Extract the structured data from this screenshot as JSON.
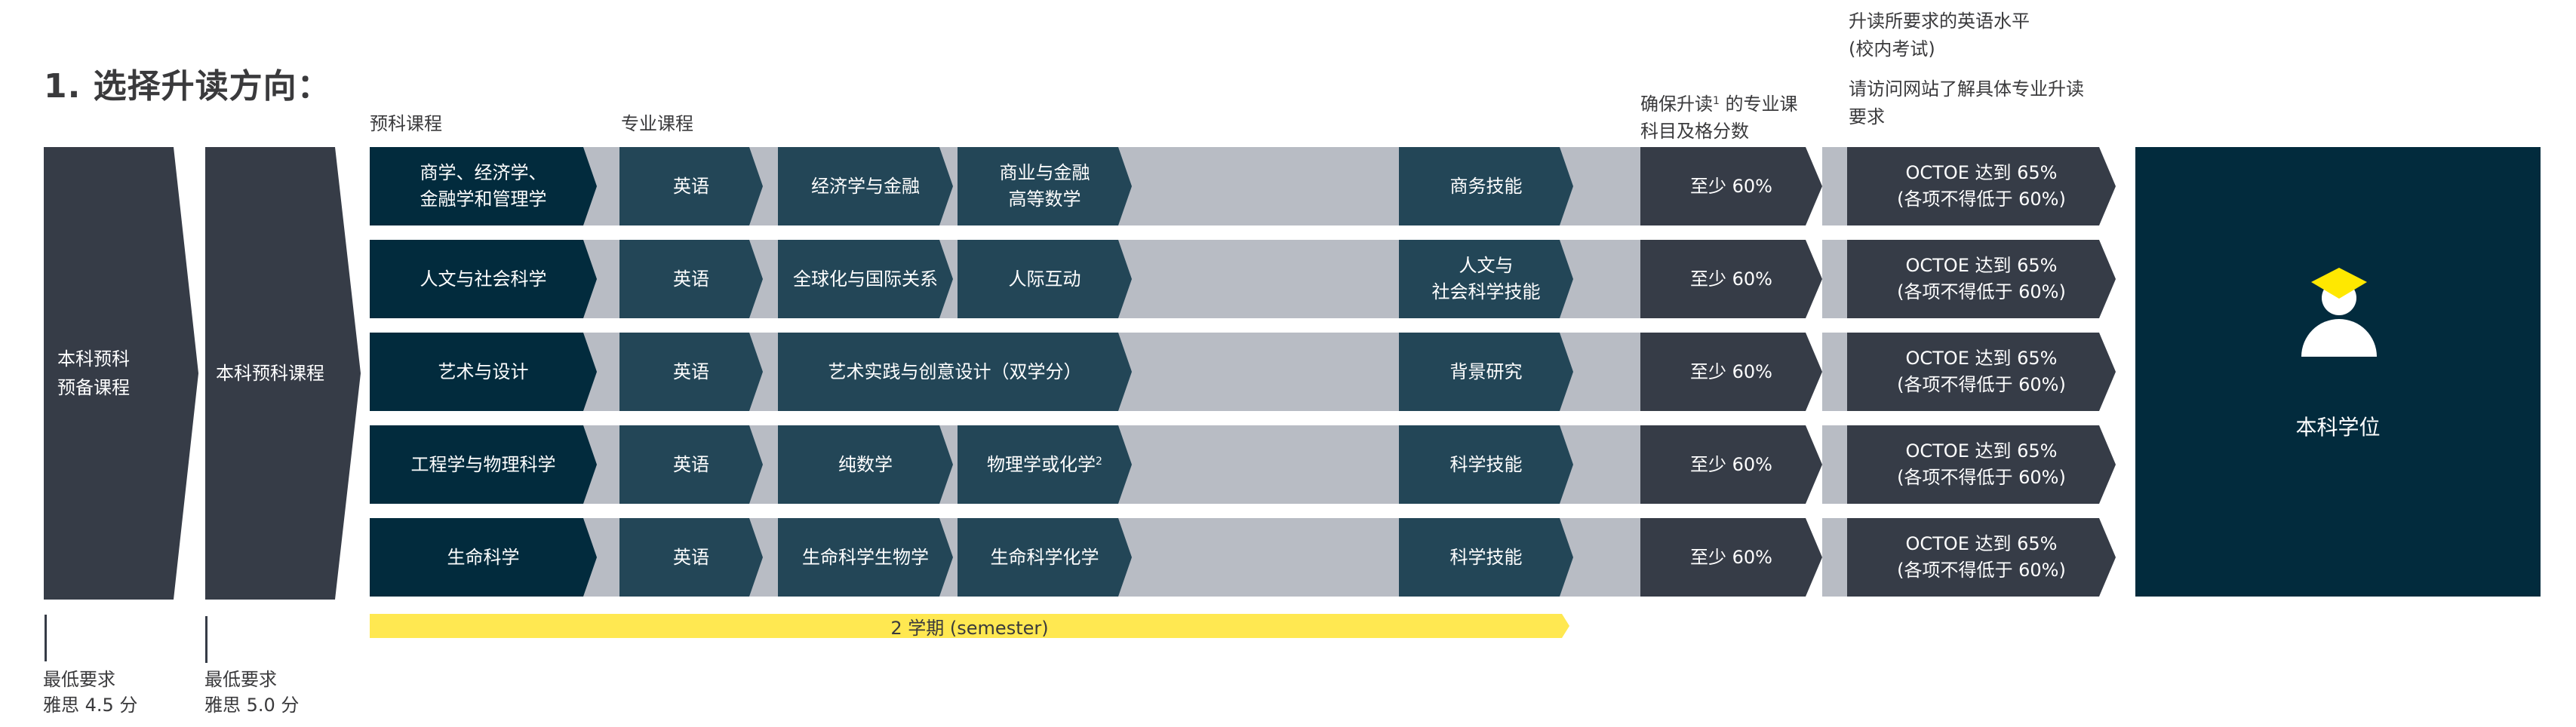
{
  "title": "1. 选择升读方向：",
  "headers": {
    "foundation": "预科课程",
    "specialist": "专业课程",
    "pass_mark_line1": "确保升读",
    "pass_mark_sup": "1",
    "pass_mark_line1_rest": " 的专业课",
    "pass_mark_line2": "科目及格分数",
    "english_line1": "升读所要求的英语水平",
    "english_line2": "(校内考试)",
    "english_line3": "请访问网站了解具体专业升读",
    "english_line4": "要求"
  },
  "stages": [
    {
      "line1": "本科预科",
      "line2": "预备课程",
      "requirement_line1": "最低要求",
      "requirement_line2": "雅思 4.5 分"
    },
    {
      "line1": "本科预科课程",
      "requirement_line1": "最低要求",
      "requirement_line2": "雅思 5.0 分"
    }
  ],
  "rows": [
    {
      "pathway_line1": "商学、经济学、",
      "pathway_line2": "金融学和管理学",
      "english": "英语",
      "module1": "经济学与金融",
      "module2_line1": "商业与金融",
      "module2_line2": "高等数学",
      "skills_line1": "商务技能",
      "pass_mark": "至少 60%",
      "octoe_line1": "OCTOE 达到 65%",
      "octoe_line2": "(各项不得低于 60%)"
    },
    {
      "pathway_line1": "人文与社会科学",
      "english": "英语",
      "module1": "全球化与国际关系",
      "module2_line1": "人际互动",
      "skills_line1": "人文与",
      "skills_line2": "社会科学技能",
      "pass_mark": "至少 60%",
      "octoe_line1": "OCTOE 达到 65%",
      "octoe_line2": "(各项不得低于 60%)"
    },
    {
      "pathway_line1": "艺术与设计",
      "english": "英语",
      "module_wide": "艺术实践与创意设计（双学分）",
      "skills_line1": "背景研究",
      "pass_mark": "至少 60%",
      "octoe_line1": "OCTOE 达到 65%",
      "octoe_line2": "(各项不得低于 60%)"
    },
    {
      "pathway_line1": "工程学与物理科学",
      "english": "英语",
      "module1": "纯数学",
      "module2_line1": "物理学或化学",
      "module2_sup": "2",
      "skills_line1": "科学技能",
      "pass_mark": "至少 60%",
      "octoe_line1": "OCTOE 达到 65%",
      "octoe_line2": "(各项不得低于 60%)"
    },
    {
      "pathway_line1": "生命科学",
      "english": "英语",
      "module1": "生命科学生物学",
      "module2_line1": "生命科学化学",
      "skills_line1": "科学技能",
      "pass_mark": "至少 60%",
      "octoe_line1": "OCTOE 达到 65%",
      "octoe_line2": "(各项不得低于 60%)"
    }
  ],
  "duration_bar": "2 学期 (semester)",
  "degree": {
    "label": "本科学位",
    "icon": "graduate-icon"
  },
  "colors": {
    "foundation_box": "#022b3d",
    "module_box": "#234657",
    "stage_box": "#363c47",
    "band": "#b8bcc4",
    "accent_yellow": "#ffe851",
    "cap_yellow": "#ffe800"
  }
}
